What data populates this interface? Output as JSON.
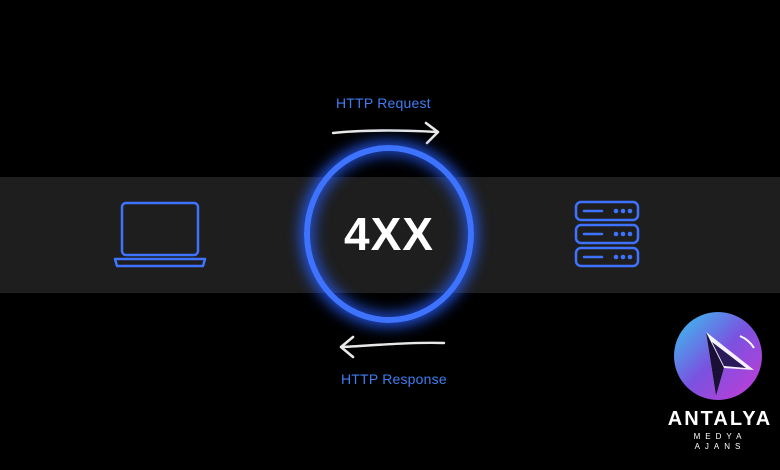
{
  "diagram": {
    "status_code": "4XX",
    "request_label": "HTTP Request",
    "response_label": "HTTP Response",
    "client_icon": "laptop-icon",
    "server_icon": "server-rack-icon"
  },
  "brand": {
    "name": "ANTALYA",
    "subtitle": "MEDYA AJANS"
  },
  "colors": {
    "background": "#000000",
    "band": "#1e1e1e",
    "accent_blue": "#3d73ff",
    "label_blue": "#3f7df2",
    "status_text": "#ffffff",
    "arrow": "#e8e8e8"
  }
}
